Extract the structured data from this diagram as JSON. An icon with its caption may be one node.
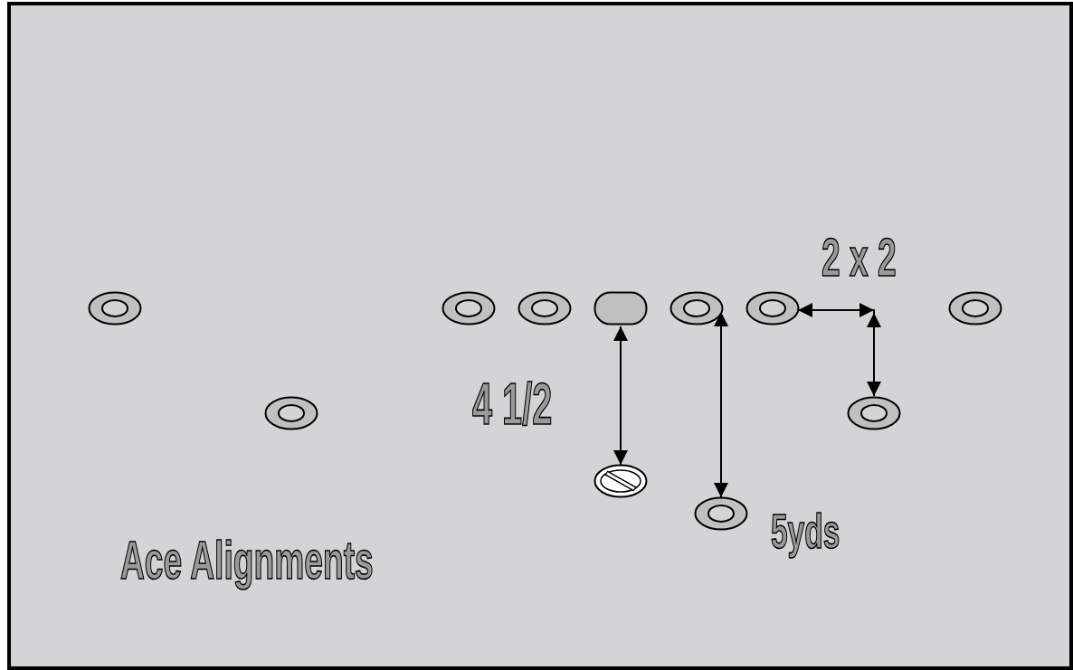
{
  "diagram": {
    "title": "Ace Alignments",
    "nodes": [
      {
        "text": [],
        "shape": "ellipse"
      },
      {
        "text": [],
        "shape": "ellipse"
      },
      {
        "text": [],
        "shape": "ellipse"
      },
      {
        "text": [],
        "shape": "box"
      },
      {
        "text": [],
        "shape": "ellipse"
      },
      {
        "text": [],
        "shape": "ellipse"
      },
      {
        "text": [],
        "shape": "ellipse"
      },
      {
        "text": [],
        "shape": "ellipse"
      },
      {
        "text": [],
        "shape": "ellipse"
      },
      {
        "text": [],
        "shape": "circle"
      },
      {
        "text": [],
        "shape": "ellipse"
      }
    ],
    "edges": [
      {
        "from": 3,
        "to": 9,
        "arrow": "both"
      },
      {
        "from": 4,
        "to": 10,
        "arrow": "both"
      },
      {
        "from": 5,
        "to": 8,
        "arrow": "both"
      }
    ],
    "labels": [
      "2 x 2",
      "4 1/2",
      "5yds"
    ]
  }
}
